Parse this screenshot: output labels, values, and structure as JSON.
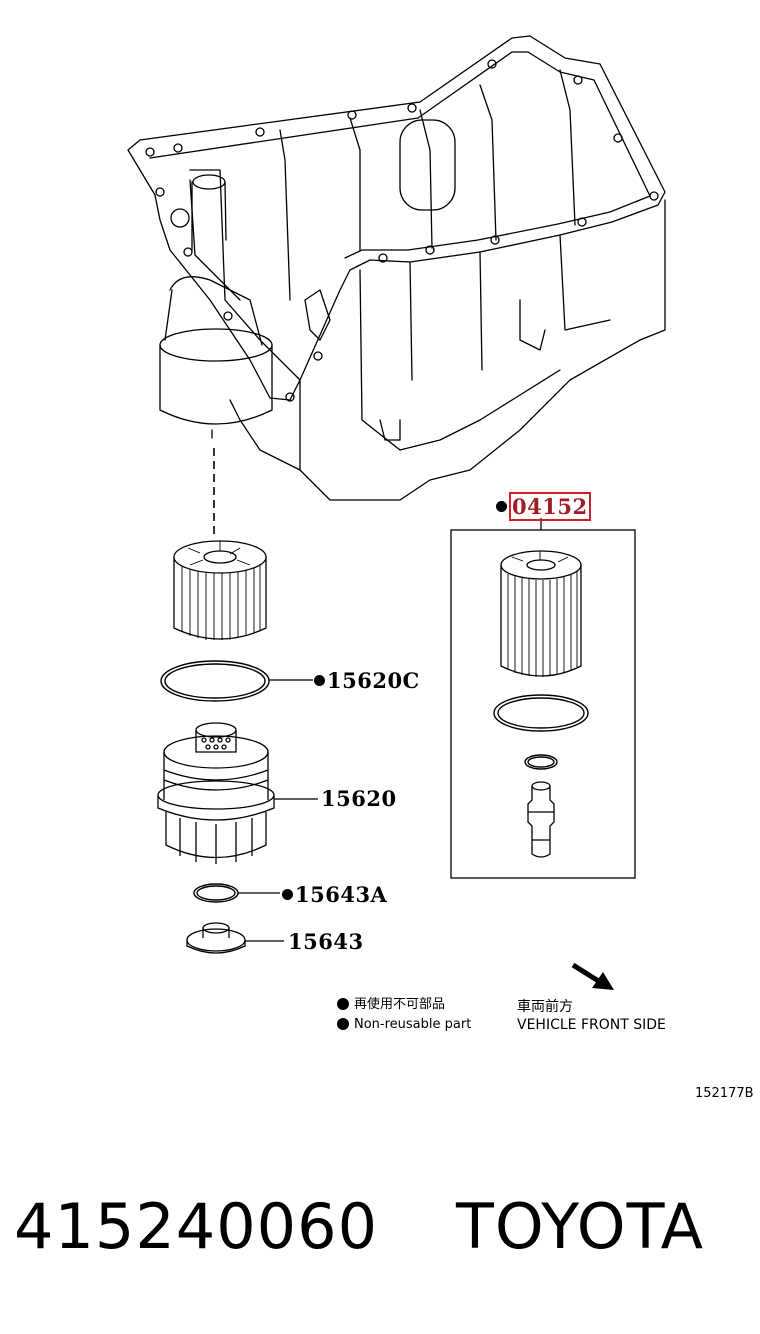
{
  "callouts": {
    "filter_kit": "04152",
    "oring_large": "15620C",
    "cap": "15620",
    "oring_small": "15643A",
    "plug": "15643"
  },
  "legend": {
    "nonreusable_jp": "再使用不可部品",
    "nonreusable_en": "Non-reusable part",
    "front_jp": "車両前方",
    "front_en": "VEHICLE FRONT SIDE"
  },
  "figure_id": "152177B",
  "part_number": "415240060",
  "brand": "TOYOTA",
  "colors": {
    "highlight_border": "#d21f2d",
    "highlight_text": "#a01c26"
  }
}
